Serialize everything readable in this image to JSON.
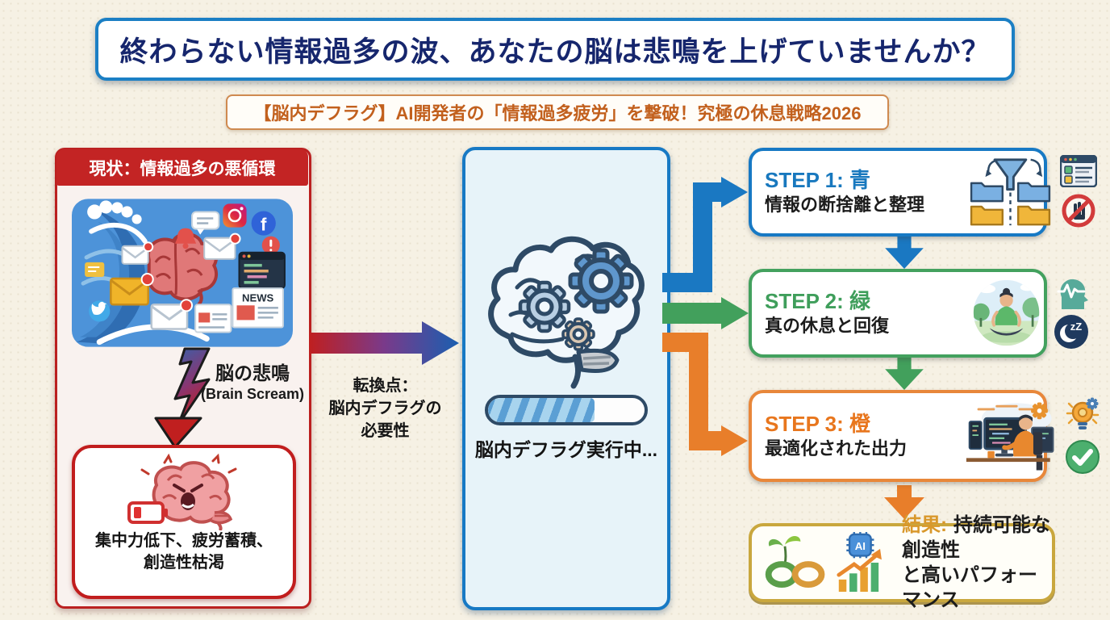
{
  "title": "終わらない情報過多の波、あなたの脳は悲鳴を上げていませんか？",
  "subtitle": "【脳内デフラグ】AI開発者の「情報過多疲労」を撃破！究極の休息戦略2026",
  "left_panel": {
    "header": "現状：情報過多の悪循環",
    "news_label": "NEWS",
    "scream_title": "脳の悲鳴",
    "scream_subtitle": "(Brain Scream)",
    "symptoms_line1": "集中力低下、疲労蓄積、",
    "symptoms_line2": "創造性枯渇"
  },
  "transition": {
    "line1": "転換点：",
    "line2": "脳内デフラグの",
    "line3": "必要性"
  },
  "center_panel": {
    "status_text": "脳内デフラグ実行中...",
    "progress_percent": 68
  },
  "steps": [
    {
      "label": "STEP 1: 青",
      "description": "情報の断捨離と整理",
      "color": "#1878be"
    },
    {
      "label": "STEP 2: 緑",
      "description": "真の休息と回復",
      "color": "#3f9e5b"
    },
    {
      "label": "STEP 3: 橙",
      "description": "最適化された出力",
      "color": "#e8761d"
    }
  ],
  "result": {
    "label": "結果:",
    "line1": "持続可能な創造性",
    "line2": "と高いパフォーマンス",
    "ai_chip_label": "AI"
  },
  "icons": {
    "facebook_letter": "f",
    "moon_zz": "zZ"
  },
  "colors": {
    "title_text": "#16266d",
    "title_border": "#1b7fc4",
    "subtitle_text": "#c2601d",
    "left_red": "#c32424",
    "center_border": "#1779c4",
    "step1_blue": "#1878be",
    "step2_green": "#3f9e5b",
    "step3_orange": "#e8761d",
    "result_gold": "#c9a73e"
  }
}
